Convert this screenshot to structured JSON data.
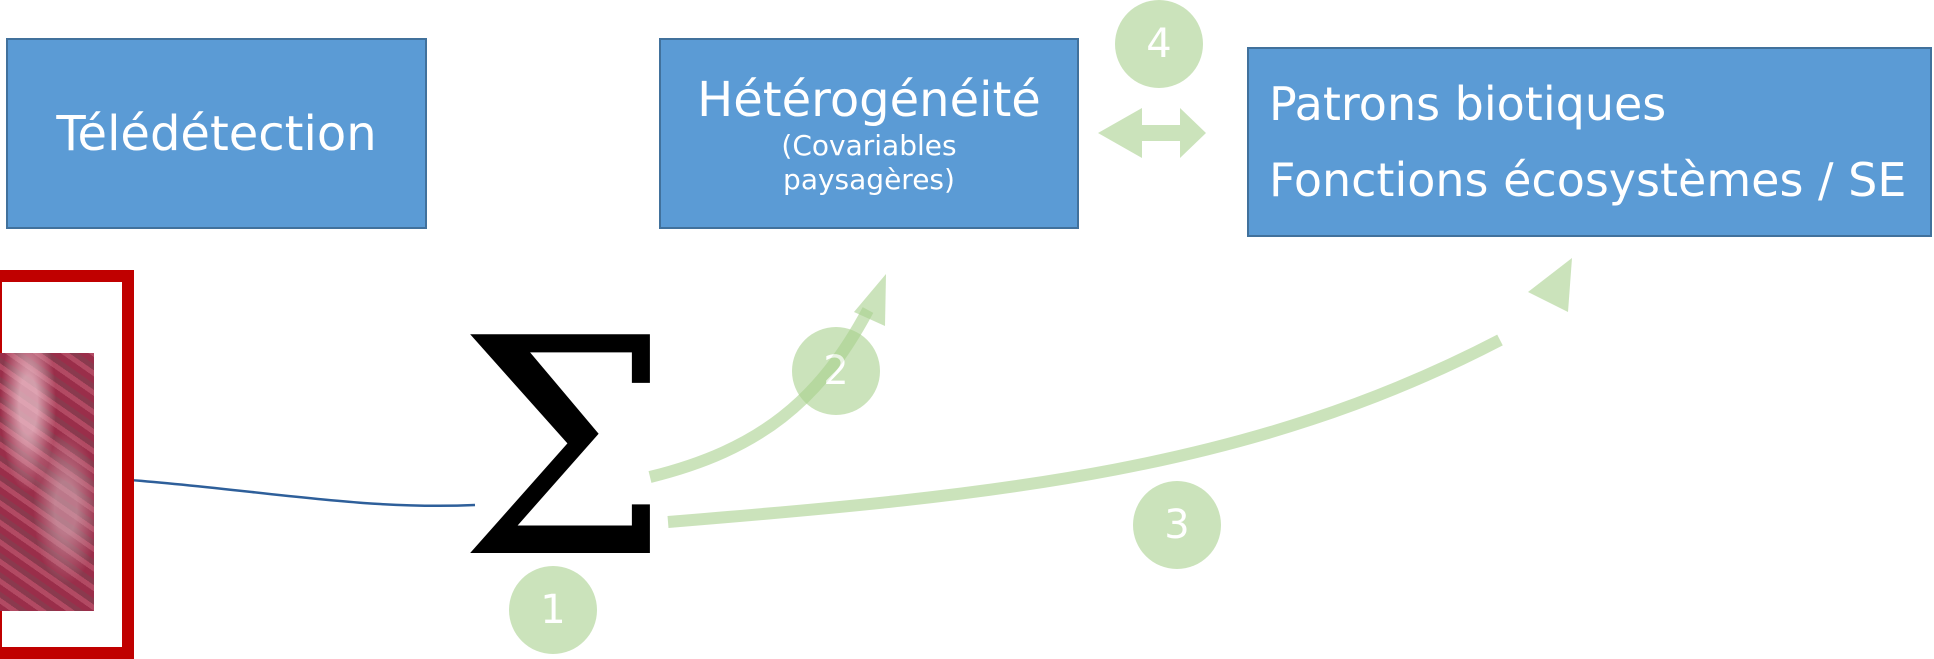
{
  "boxes": {
    "teledetection": "Télédétection",
    "heterogeneite": {
      "title": "Hétérogénéité",
      "subtitle_line1": "(Covariables",
      "subtitle_line2": "paysagères)"
    },
    "patrons": {
      "line1": "Patrons biotiques",
      "line2": "Fonctions écosystèmes / SE"
    }
  },
  "badges": {
    "one": "1",
    "two": "2",
    "three": "3",
    "four": "4"
  },
  "sigma_symbol": "Σ",
  "colors": {
    "box_fill": "#5b9bd5",
    "box_border": "#41719c",
    "arrow_green": "#a9d18e",
    "frame_red": "#c00000",
    "connector_blue": "#2e5f9a"
  }
}
